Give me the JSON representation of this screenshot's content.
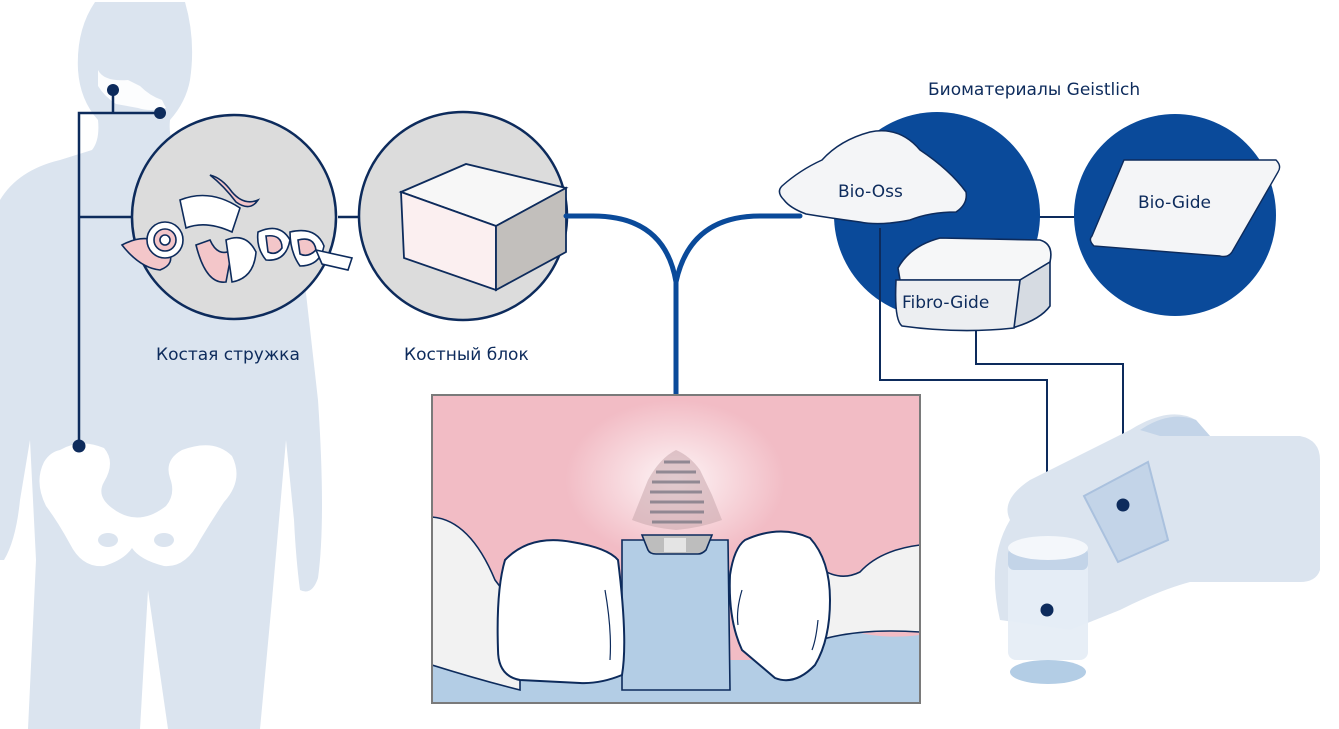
{
  "title": "Биоматериалы Geistlich",
  "colors": {
    "navy": "#0d2b5c",
    "brand_blue": "#0a4a9a",
    "silhouette": "#dbe4ef",
    "gum_pink": "#f2bcc5",
    "bone_blue": "#b3cde5",
    "circle_gray": "#dcdcdc"
  },
  "autologous": {
    "items": [
      {
        "label": "Костая стружка",
        "icon": "bone-chips-icon"
      },
      {
        "label": "Костный блок",
        "icon": "bone-block-icon"
      }
    ]
  },
  "biomaterials": {
    "heading": "Биоматериалы Geistlich",
    "items": [
      {
        "label": "Bio-Oss",
        "icon": "granules-pile-icon"
      },
      {
        "label": "Fibro-Gide",
        "icon": "collagen-matrix-icon"
      },
      {
        "label": "Bio-Gide",
        "icon": "membrane-icon"
      }
    ]
  },
  "illustration": {
    "center": "dental-implant-site",
    "left_figure": "human-body-silhouette",
    "right_figure": "hand-holding-products"
  }
}
